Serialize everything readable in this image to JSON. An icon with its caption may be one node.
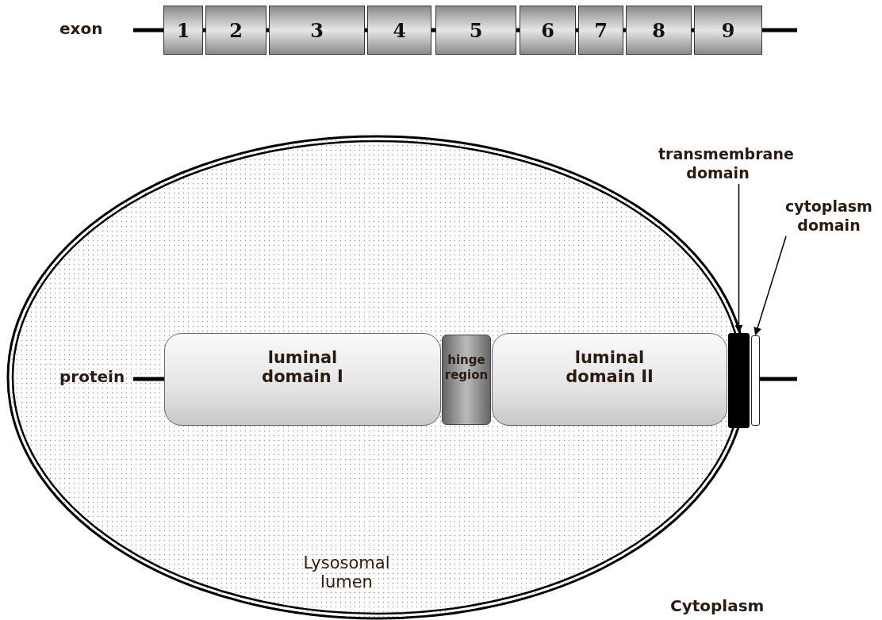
{
  "diagram": {
    "nodes": [
      {
        "text": [
          "1"
        ]
      },
      {
        "text": [
          "2"
        ]
      },
      {
        "text": [
          "3"
        ]
      },
      {
        "text": [
          "4"
        ]
      },
      {
        "text": [
          "5"
        ]
      },
      {
        "text": [
          "6"
        ]
      },
      {
        "text": [
          "7"
        ]
      },
      {
        "text": [
          "8"
        ]
      },
      {
        "text": [
          "9"
        ]
      },
      {
        "text": [
          "Lysosomal lumen"
        ]
      },
      {
        "text": [
          "luminal domain I"
        ],
        "in": 9
      },
      {
        "text": [
          "hinge region"
        ],
        "in": 9
      },
      {
        "text": [
          "luminal domain II"
        ],
        "in": 9
      },
      {
        "text": [],
        "shape": "bar"
      },
      {
        "text": [],
        "shape": "bar"
      },
      {
        "text": [
          "transmembrane domain"
        ]
      },
      {
        "text": [
          "cytoplasm domain"
        ]
      }
    ],
    "edges": [
      {
        "from": 15,
        "to": 13,
        "arrow": "to"
      },
      {
        "from": 16,
        "to": 14,
        "arrow": "to"
      }
    ],
    "labels": [
      "exon",
      "protein",
      "Cytoplasm"
    ]
  }
}
